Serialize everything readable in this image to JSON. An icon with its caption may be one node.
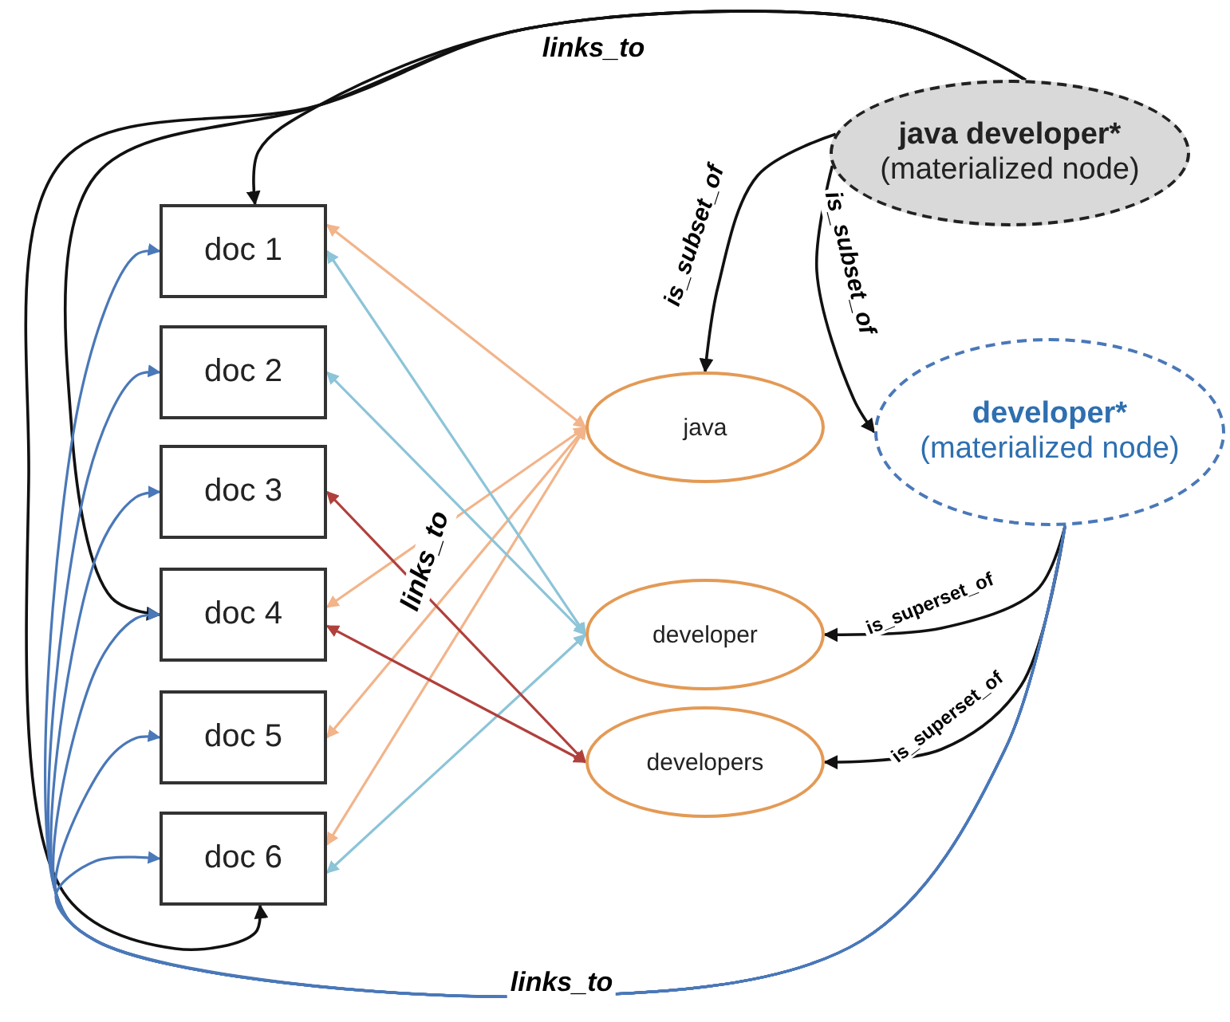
{
  "diagram": {
    "nodes": [
      {
        "text": [
          "doc 1"
        ]
      },
      {
        "text": [
          "doc 2"
        ]
      },
      {
        "text": [
          "doc 3"
        ]
      },
      {
        "text": [
          "doc 4"
        ]
      },
      {
        "text": [
          "doc 5"
        ]
      },
      {
        "text": [
          "doc 6"
        ]
      },
      {
        "text": [
          "java"
        ]
      },
      {
        "text": [
          "developer"
        ]
      },
      {
        "text": [
          "developers"
        ]
      },
      {
        "text": [
          "java developer*",
          "(materialized node)"
        ]
      },
      {
        "text": [
          "developer*",
          "(materialized node)"
        ]
      }
    ],
    "edges": [
      {
        "from": 9,
        "to": 0,
        "arrow": "to",
        "label": "links_to"
      },
      {
        "from": 9,
        "to": 3,
        "arrow": "to"
      },
      {
        "from": 9,
        "to": 5,
        "arrow": "to"
      },
      {
        "from": 9,
        "to": 6,
        "arrow": "to",
        "label": "is_subset_of"
      },
      {
        "from": 9,
        "to": 10,
        "arrow": "to",
        "label": "is_subset_of"
      },
      {
        "from": 10,
        "to": 7,
        "arrow": "to",
        "label": "is_superset_of"
      },
      {
        "from": 10,
        "to": 8,
        "arrow": "to",
        "label": "is_superset_of"
      },
      {
        "from": 10,
        "to": 0,
        "arrow": "to",
        "color": "#4a78b8",
        "label": "links_to"
      },
      {
        "from": 10,
        "to": 1,
        "arrow": "to",
        "color": "#4a78b8"
      },
      {
        "from": 10,
        "to": 2,
        "arrow": "to",
        "color": "#4a78b8"
      },
      {
        "from": 10,
        "to": 3,
        "arrow": "to",
        "color": "#4a78b8"
      },
      {
        "from": 10,
        "to": 4,
        "arrow": "to",
        "color": "#4a78b8"
      },
      {
        "from": 10,
        "to": 5,
        "arrow": "to",
        "color": "#4a78b8"
      },
      {
        "from": 0,
        "to": 6,
        "arrow": "both",
        "color": "#f2b48a"
      },
      {
        "from": 3,
        "to": 6,
        "arrow": "both",
        "color": "#f2b48a"
      },
      {
        "from": 4,
        "to": 6,
        "arrow": "both",
        "color": "#f2b48a"
      },
      {
        "from": 5,
        "to": 6,
        "arrow": "both",
        "color": "#f2b48a"
      },
      {
        "from": 0,
        "to": 7,
        "arrow": "both",
        "color": "#8cc4d8"
      },
      {
        "from": 1,
        "to": 7,
        "arrow": "both",
        "color": "#8cc4d8"
      },
      {
        "from": 5,
        "to": 7,
        "arrow": "both",
        "color": "#8cc4d8"
      },
      {
        "from": 2,
        "to": 8,
        "arrow": "both",
        "color": "#b0403c"
      },
      {
        "from": 3,
        "to": 8,
        "arrow": "both",
        "color": "#b0403c"
      }
    ],
    "labels": [
      "links_to"
    ]
  }
}
